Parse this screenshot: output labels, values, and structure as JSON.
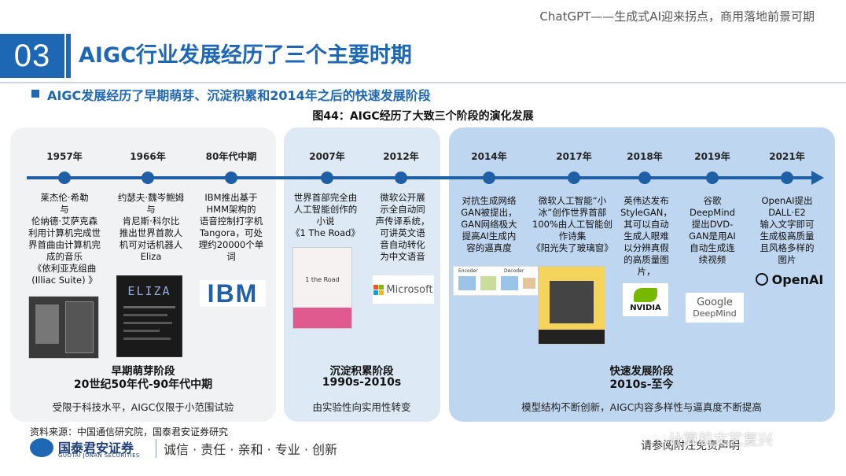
{
  "header": {
    "report_title": "ChatGPT——生成式AI迎来拐点，商用落地前景可期"
  },
  "section": {
    "number": "03",
    "title": "AIGC行业发展经历了三个主要时期"
  },
  "subtitle": "AIGC发展经历了早期萌芽、沉淀积累和2014年之后的快速发展阶段",
  "figure_title": "图44：AIGC经历了大致三个阶段的演化发展",
  "events": [
    {
      "year": "1957年",
      "desc": "莱杰伦·希勒\n与\n伦纳德·艾萨克森\n利用计算机完成世\n界首曲由计算机完\n成的音乐\n《依利亚克组曲\n(Illiac Suite) 》",
      "image": "Illiac Suite photo"
    },
    {
      "year": "1966年",
      "desc": "约瑟夫·魏岑鲍姆\n与\n肯尼斯·科尔比\n推出世界首款人\n机可对话机器人\nEliza",
      "image": "ELIZA"
    },
    {
      "year": "80年代中期",
      "desc": "IBM推出基于\nHMM架构的\n语音控制打字机\nTangora，可处\n理约20000个单\n词",
      "image": "IBM"
    },
    {
      "year": "2007年",
      "desc": "世界首部完全由\n人工智能创作的\n小说\n《1 The Road》",
      "image": "1 the Road"
    },
    {
      "year": "2012年",
      "desc": "微软公开展\n示全自动同\n声传译系统，\n可讲英文语\n音自动转化\n为中文语音",
      "image": "Microsoft"
    },
    {
      "year": "2014年",
      "desc": "对抗生成网络\nGAN被提出，\nGAN网络极大\n提高AI生成内\n容的逼真度",
      "image": "GAN"
    },
    {
      "year": "2017年",
      "desc": "微软人工智能“小\n冰”创作世界首部\n100%由人工智能创\n作诗集\n《阳光失了玻璃窗》",
      "image": "阳光失了玻璃窗"
    },
    {
      "year": "2018年",
      "desc": "英伟达发布\nStyleGAN，\n其可以自动\n生成人眼难\n以分辨真假\n的高质量图\n片，",
      "image": "NVIDIA"
    },
    {
      "year": "2019年",
      "desc": "谷歌\nDeepMind\n提出DVD-\nGAN是用AI\n自动生成连\n续视频",
      "image": "Google DeepMind"
    },
    {
      "year": "2021年",
      "desc": "OpenAI提出\nDALL·E2\n输入文字即可\n生成极高质量\n且风格多样的\n图片",
      "image": "OpenAI"
    }
  ],
  "image_labels": {
    "eliza": "ELIZA",
    "ibm": "IBM",
    "road": "1 the Road",
    "microsoft": "Microsoft",
    "gan_enc": "Encoder",
    "gan_dec": "Decoder",
    "nvidia": "NVIDIA",
    "google": "Google",
    "deepmind": "DeepMind",
    "openai": "OpenAI"
  },
  "stages": [
    {
      "name": "早期萌芽阶段",
      "years": "20世纪50年代-90年代中期",
      "note": "受限于科技水平，AIGC仅限于小范围试验"
    },
    {
      "name": "沉淀积累阶段",
      "years": "1990s-2010s",
      "note": "由实验性向实用性转变"
    },
    {
      "name": "快速发展阶段",
      "years": "2010s-至今",
      "note": "模型结构不断创新，AIGC内容多样性与逼真度不断提高"
    }
  ],
  "footer": {
    "source": "资料来源：中国通信研究院，国泰君安证券研究",
    "company_cn": "国泰君安证券",
    "company_en": "GUOTAI JUNAN SECURITIES",
    "slogan": "诚信 · 责任 · 亲和 · 专业 · 创新",
    "disclaimer": "请参阅附注免责声明",
    "watermark": "计算机文艺复兴"
  },
  "colors": {
    "brand_blue": "#1e67b5",
    "axis_blue": "#1f5fa6",
    "panel_gray": "#f1f2f4",
    "panel_light_blue": "#dde9f5",
    "panel_blue": "#bfd6f0"
  }
}
